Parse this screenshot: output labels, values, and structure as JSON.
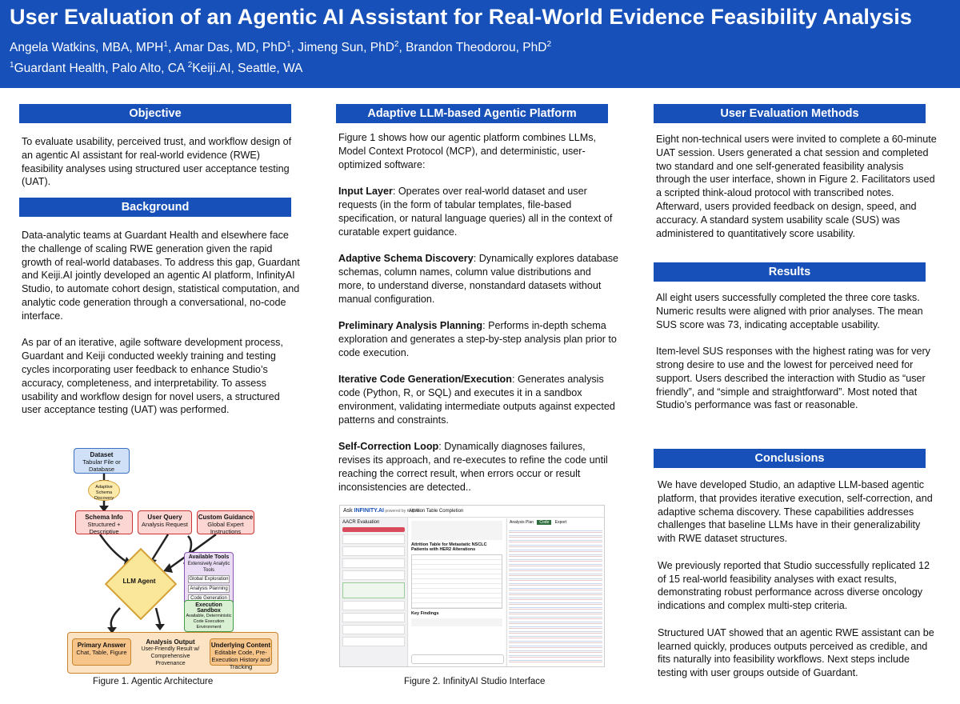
{
  "header": {
    "title": "User Evaluation of an Agentic AI Assistant for Real-World Evidence Feasibility Analysis",
    "author1": "Angela  Watkins, MBA, MPH",
    "author2": ", Amar Das, MD, PhD",
    "author3": ", Jimeng Sun, PhD",
    "author4": ", Brandon Theodorou, PhD",
    "sup1": "1",
    "sup2": "2",
    "affil1": "Guardant Health, Palo Alto, CA  ",
    "affil2": "Keiji.AI, Seattle, WA"
  },
  "objective": {
    "heading": "Objective",
    "text": "To evaluate usability, perceived trust, and workflow design of an agentic AI assistant for real-world evidence (RWE) feasibility analyses using structured user acceptance testing (UAT)."
  },
  "background": {
    "heading": "Background",
    "p1": "Data-analytic teams at Guardant Health and elsewhere face the challenge of  scaling RWE generation given the rapid growth of real-world databases. To address this gap, Guardant and Keiji.AI jointly developed an agentic AI platform, InfinityAI Studio, to automate cohort design, statistical computation, and analytic code generation through a conversational, no-code interface.",
    "p2": "As par of an iterative, agile software development process, Guardant and Keiji conducted weekly training and testing cycles incorporating user feedback to enhance Studio’s accuracy, completeness, and interpretability. To assess usability and workflow design for novel users, a structured user acceptance testing (UAT) was performed."
  },
  "figure1": {
    "caption": "Figure 1. Agentic Architecture",
    "dataset_title": "Dataset",
    "dataset_sub": "Tabular File or Database",
    "schema_disc": "Adaptive Schema Discovery",
    "schema_title": "Schema Info",
    "schema_sub": "Structured + Descriptive",
    "query_title": "User Query",
    "query_sub": "Analysis Request",
    "guidance_title": "Custom Guidance",
    "guidance_sub": "Global Expert Instructions",
    "tools_title": "Available Tools",
    "tools_sub": "Extensively Analytic Tools",
    "tool1": "Global Exploration",
    "tool2": "Analysis Planning",
    "tool3": "Code Generation",
    "agent": "LLM Agent",
    "sandbox_title": "Execution Sandbox",
    "sandbox_sub": "Available, Deterministic Code Execution Environment",
    "primary_title": "Primary Answer",
    "primary_sub": "Chat, Table, Figure",
    "output_title": "Analysis Output",
    "output_sub": "User-Friendly Result w/ Comprehensive Provenance",
    "content_title": "Underlying Content",
    "content_sub": "Editable Code, Pre-Execution History and Tracking"
  },
  "platform": {
    "heading": "Adaptive LLM-based Agentic Platform",
    "intro": "Figure 1 shows how our agentic platform combines LLMs, Model Context Protocol (MCP), and deterministic, user-optimized software:",
    "input_label": "Input Layer",
    "input_text": ": Operates over real-world dataset and user requests (in the form of tabular templates, file-based specification, or natural language queries) all in the context of curatable expert guidance.",
    "schema_label": "Adaptive Schema Discovery",
    "schema_text": ": Dynamically explores database schemas, column names, column value distributions and more, to understand diverse, nonstandard datasets without manual configuration.",
    "planning_label": "Preliminary Analysis Planning",
    "planning_text": ": Performs in-depth schema exploration and generates a step-by-step analysis plan prior to code execution.",
    "codegen_label": "Iterative Code Generation/Execution",
    "codegen_text": ": Generates analysis code (Python, R, or SQL) and executes it in a sandbox environment, validating intermediate outputs against expected patterns and constraints.",
    "selfcorr_label": "Self-Correction Loop",
    "selfcorr_text": ": Dynamically diagnoses failures, revises its approach, and re-executes to refine the code until reaching the correct result, when errors occur or result inconsistencies are detected.."
  },
  "figure2": {
    "caption": "Figure 2. InfinityAI Studio Interface",
    "app_ask": "Ask ",
    "app_brand": "INFINITY.AI",
    "app_powered": " powered by Keiji AI",
    "project": "AACR Evaluation",
    "tab_main": "Attrition Table Completion",
    "table_title": "Attrition Table for Metastatic NSCLC Patients with HER2 Alterations",
    "key_findings": "Key Findings",
    "code_tab": "Code",
    "history_tab": "Analysis Plan",
    "export_btn": "Export"
  },
  "methods": {
    "heading": "User Evaluation Methods",
    "text": "Eight non-technical users were invited  to complete a 60-minute UAT session. Users generated a chat session and completed two standard and one self-generated feasibility analysis through the user interface, shown in Figure 2. Facilitators used a scripted think-aloud protocol with transcribed notes. Afterward, users provided feedback on design, speed, and accuracy. A standard system usability scale (SUS) was administered to quantitatively score usability."
  },
  "results": {
    "heading": "Results",
    "p1": "All eight users successfully completed the three core tasks. Numeric results were aligned with prior analyses. The mean SUS score was 73, indicating acceptable usability.",
    "p2": "Item-level SUS responses with the highest rating was for very strong desire to use and the lowest for perceived need for support. Users described the interaction with Studio as “user friendly”, and “simple and straightforward”. Most noted that Studio’s performance was fast or reasonable."
  },
  "conclusions": {
    "heading": "Conclusions",
    "p1": "We have developed Studio, an adaptive LLM-based agentic platform, that provides iterative execution, self-correction, and adaptive schema discovery. These capabilities addresses challenges that baseline LLMs have in their generalizability with RWE dataset structures.",
    "p2": "We previously reported that Studio successfully replicated 12 of 15 real-world feasibility analyses with exact results, demonstrating robust performance across diverse oncology indications and complex multi-step criteria.",
    "p3": "Structured UAT showed that an agentic RWE assistant can be learned quickly, produces outputs perceived as credible, and fits naturally into feasibility workflows. Next steps include testing with user groups outside of Guardant."
  }
}
